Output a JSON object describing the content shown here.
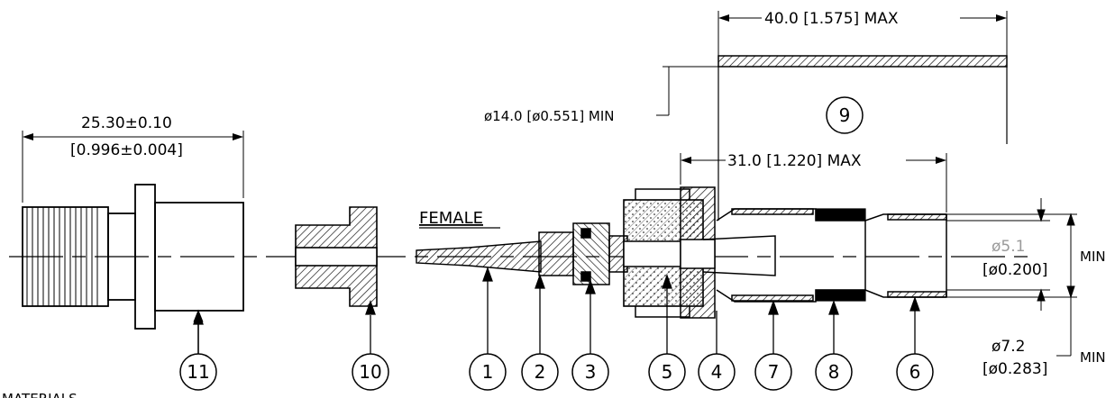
{
  "dimensions": {
    "overall_length": "25.30±0.10",
    "overall_length_in": "[0.996±0.004]",
    "boot_length": "40.0 [1.575] MAX",
    "boot_diameter": "ø14.0 [ø0.551] MIN",
    "crimp_length": "31.0 [1.220] MAX",
    "cable_inner": "ø5.1",
    "cable_inner_in": "[ø0.200]",
    "cable_inner_min": "MIN",
    "cable_outer": "ø7.2",
    "cable_outer_in": "[ø0.283]",
    "cable_outer_min": "MIN"
  },
  "labels": {
    "contact_type": "FEMALE",
    "materials_heading": "MATERIALS"
  },
  "balloons": [
    "11",
    "10",
    "1",
    "2",
    "3",
    "5",
    "4",
    "7",
    "8",
    "6",
    "9"
  ]
}
